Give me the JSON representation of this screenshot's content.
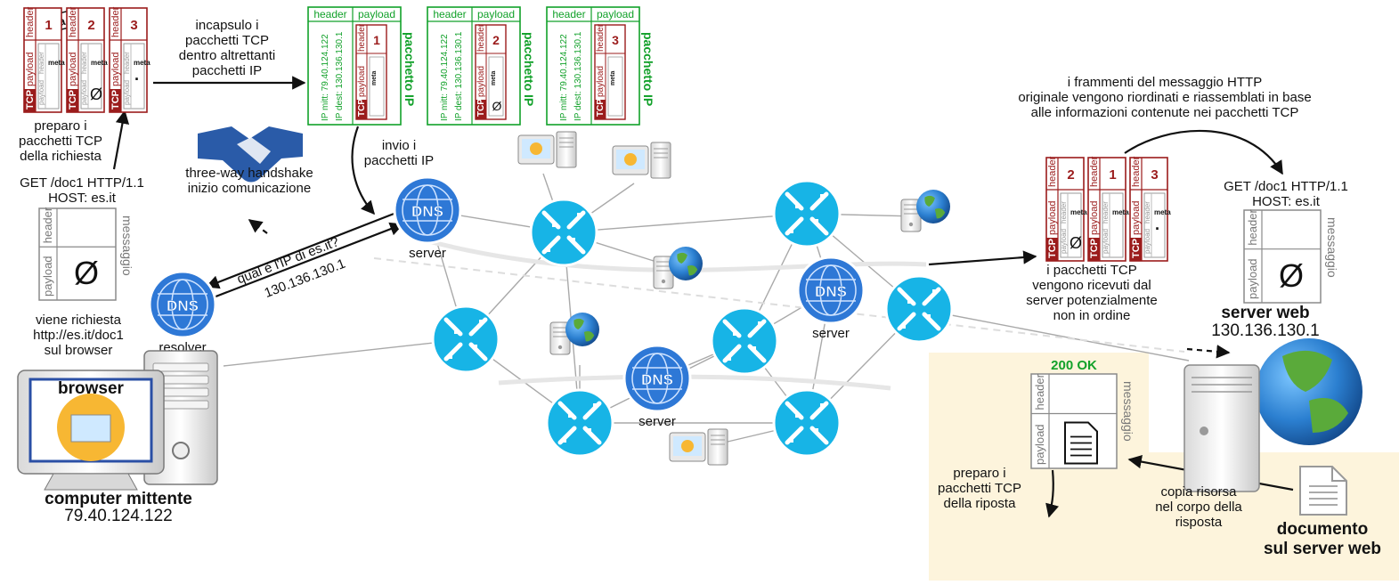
{
  "labels": {
    "encapsulate": [
      "incapsulo i",
      "pacchetti TCP",
      "dentro altrettanti",
      "pacchetti IP"
    ],
    "prepare_request": [
      "preparo i",
      "pacchetti TCP",
      "della richiesta"
    ],
    "request_line": [
      "GET /doc1 HTTP/1.1",
      "HOST: es.it"
    ],
    "handshake": [
      "three-way handshake",
      "inizio comunicazione"
    ],
    "send_ip": [
      "invio i",
      "pacchetti IP"
    ],
    "dns_question": "qual è l'IP di es.it?",
    "dns_answer": "130.136.130.1",
    "browser_request": [
      "viene richiesta",
      "http://es.it/doc1",
      "sul browser"
    ],
    "reassemble": [
      "i frammenti del messaggio HTTP",
      "originale vengono riordinati e riassemblati in base",
      "alle informazioni contenute nei pacchetti TCP"
    ],
    "received": [
      "i pacchetti TCP",
      "vengono ricevuti dal",
      "server potenzialmente",
      "non in ordine"
    ],
    "prepare_response": [
      "preparo i",
      "pacchetti TCP",
      "della riposta"
    ],
    "copy_resource": [
      "copia risorsa",
      "nel corpo della",
      "risposta"
    ]
  },
  "message": {
    "header": "header",
    "payload": "payload",
    "side": "messaggio",
    "meta": "meta",
    "empty_symbol": "Ø",
    "status": "200 OK"
  },
  "tcp_segment": {
    "tag": "TCP",
    "header": "header",
    "payload": "payload",
    "mini_header": "header",
    "mini_payload": "payload",
    "mini_meta": "meta"
  },
  "tcp_order_sent": [
    "1",
    "2",
    "3"
  ],
  "tcp_order_received": [
    "2",
    "1",
    "3"
  ],
  "ip_packet": {
    "header": "header",
    "payload": "payload",
    "src": "IP mitt: 79.40.124.122",
    "dst": "IP dest: 130.136.130.1",
    "side": "pacchetto IP",
    "numbers": [
      "1",
      "2",
      "3"
    ]
  },
  "nodes": {
    "dns_label": "server",
    "resolver_label": "resolver",
    "dns_badge": "DNS",
    "browser_label": "browser",
    "sender_title": "computer mittente",
    "sender_ip": "79.40.124.122",
    "server_title": "server web",
    "server_ip": "130.136.130.1",
    "document_title": [
      "documento",
      "sul server web"
    ]
  },
  "colors": {
    "tcp": "#9b1c1c",
    "ip": "#12a12a",
    "router": "#17b4e6",
    "dns": "#2e78d6",
    "highlight": "#fdf4dc",
    "globe": "#2b7fd0"
  }
}
